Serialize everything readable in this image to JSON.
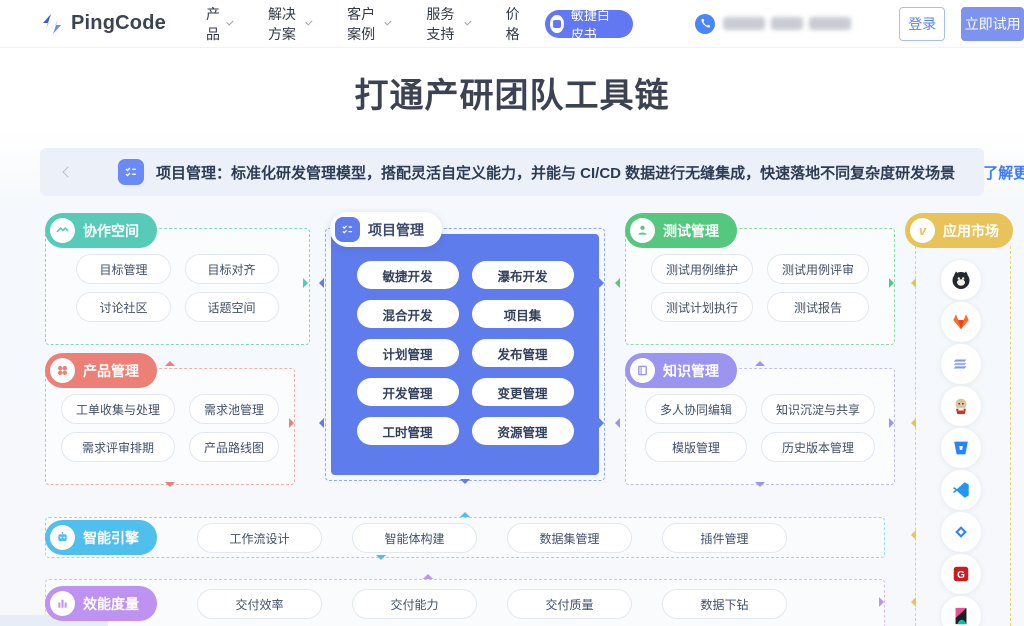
{
  "header": {
    "logo_text": "PingCode",
    "nav": [
      "产品",
      "解决方案",
      "客户案例",
      "服务支持",
      "价格"
    ],
    "whitepaper_badge": "敏捷白皮书",
    "login_label": "登录",
    "try_label": "立即试用"
  },
  "hero": {
    "title": "打通产研团队工具链"
  },
  "banner": {
    "text": "项目管理：标准化研发管理模型，搭配灵活自定义能力，并能与 CI/CD 数据进行无缝集成，快速落地不同复杂度研发场景",
    "link": "了解更多"
  },
  "diagram": {
    "sections": {
      "collaboration": {
        "title": "协作空间",
        "color": "#57cbb7",
        "items": [
          "目标管理",
          "目标对齐",
          "讨论社区",
          "话题空间"
        ]
      },
      "product": {
        "title": "产品管理",
        "color": "#ec8076",
        "items": [
          "工单收集与处理",
          "需求池管理",
          "需求评审排期",
          "产品路线图"
        ]
      },
      "project": {
        "title": "项目管理",
        "color": "#5e7ceb",
        "items": [
          "敏捷开发",
          "瀑布开发",
          "混合开发",
          "项目集",
          "计划管理",
          "发布管理",
          "开发管理",
          "变更管理",
          "工时管理",
          "资源管理"
        ]
      },
      "test": {
        "title": "测试管理",
        "color": "#56c77e",
        "items": [
          "测试用例维护",
          "测试用例评审",
          "测试计划执行",
          "测试报告"
        ]
      },
      "knowledge": {
        "title": "知识管理",
        "color": "#9c95f0",
        "items": [
          "多人协同编辑",
          "知识沉淀与共享",
          "模版管理",
          "历史版本管理"
        ]
      },
      "marketplace": {
        "title": "应用市场",
        "color": "#e7c35a",
        "apps": [
          "github",
          "gitlab",
          "zadig",
          "jenkins",
          "bitbucket",
          "vscode",
          "jira",
          "gitee",
          "kibana"
        ]
      },
      "ai_engine": {
        "title": "智能引擎",
        "color": "#4fc0ed",
        "items": [
          "工作流设计",
          "智能体构建",
          "数据集管理",
          "插件管理"
        ]
      },
      "metrics": {
        "title": "效能度量",
        "color": "#bd92f0",
        "items": [
          "交付效率",
          "交付能力",
          "交付质量",
          "数据下钻"
        ]
      }
    }
  }
}
